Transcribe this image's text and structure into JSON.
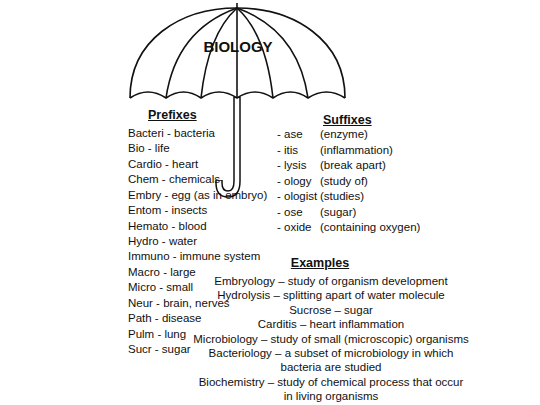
{
  "diagram": {
    "nodes": [
      {
        "text": [
          "BIOLOGY"
        ]
      }
    ],
    "labels": [
      "Prefixes",
      "Bacteri - bacteria",
      "Bio - life",
      "Cardio - heart",
      "Chem - chemicals",
      "Embry - egg (as in embryo)",
      "Entom - insects",
      "Hemato - blood",
      "Hydro - water",
      "Immuno - immune system",
      "Macro - large",
      "Micro - small",
      "Neur - brain, nerves",
      "Path - disease",
      "Pulm - lung",
      "Sucr - sugar",
      "Suffixes",
      "- ase",
      "(enzyme)",
      "- itis",
      "(inflammation)",
      "- lysis",
      "(break apart)",
      "- ology",
      "(study of)",
      "- ologist",
      "(studies)",
      "- ose",
      "(sugar)",
      "- oxide",
      "(containing oxygen)",
      "Examples",
      "Embryology – study of organism development",
      "Hydrolysis – splitting apart of water molecule",
      "Sucrose – sugar",
      "Carditis – heart inflammation",
      "Microbiology – study of small (microscopic) organisms",
      "Bacteriology – a subset of microbiology in which bacteria are studied",
      "Biochemistry – study of chemical process that occur in living organisms"
    ]
  }
}
